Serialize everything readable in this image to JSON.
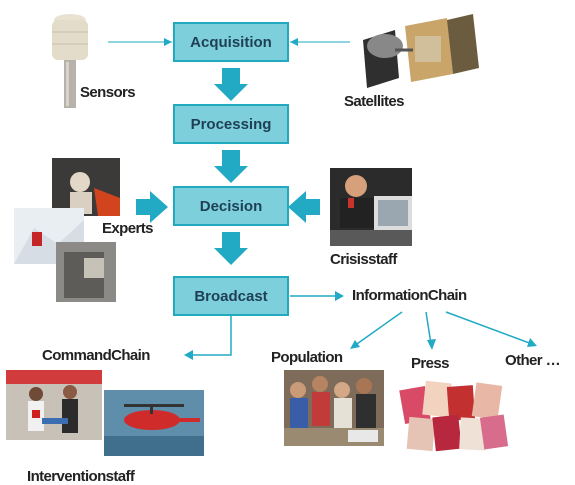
{
  "nodes": {
    "acquisition": "Acquisition",
    "processing": "Processing",
    "decision": "Decision",
    "broadcast": "Broadcast"
  },
  "labels": {
    "sensors": "Sensors",
    "satellites": "Satellites",
    "experts": "Experts",
    "crisis_staff": "Crisisstaff",
    "information_chain": "InformationChain",
    "command_chain": "CommandChain",
    "population": "Population",
    "press": "Press",
    "other": "Other …",
    "intervention_staff": "Interventionstaff"
  },
  "colors": {
    "box_fill": "#7dcfdc",
    "box_border": "#22a9bf",
    "arrow": "#22aac4"
  },
  "icons": [
    "sensor-device-image",
    "satellite-image",
    "experts-photo-collage",
    "crisis-staff-photo",
    "population-photo",
    "press-magazines-photo",
    "intervention-staff-photos"
  ]
}
